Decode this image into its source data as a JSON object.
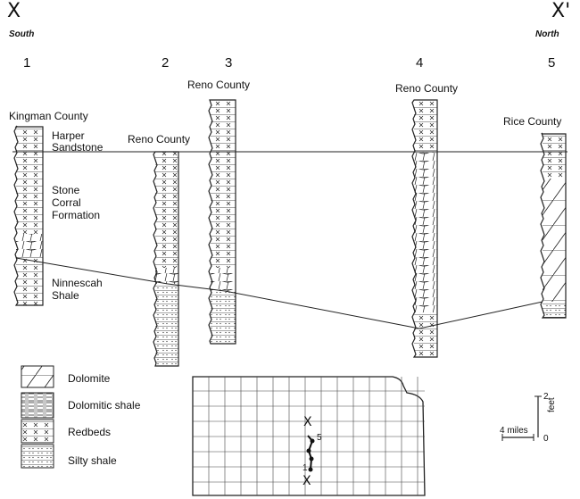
{
  "section": {
    "left_end": {
      "letter": "X",
      "direction": "South"
    },
    "right_end": {
      "letter": "X'",
      "direction": "North"
    }
  },
  "wells": [
    {
      "number": "1",
      "county": "Kingman County"
    },
    {
      "number": "2",
      "county": "Reno County"
    },
    {
      "number": "3",
      "county": "Reno County"
    },
    {
      "number": "4",
      "county": "Reno County"
    },
    {
      "number": "5",
      "county": "Rice County"
    }
  ],
  "units": {
    "harper": [
      "Harper",
      "Sandstone"
    ],
    "stone_corral": [
      "Stone",
      "Corral",
      "Formation"
    ],
    "ninnescah": [
      "Ninnescah",
      "Shale"
    ]
  },
  "legend": [
    {
      "label": "Dolomite"
    },
    {
      "label": "Dolomitic shale"
    },
    {
      "label": "Redbeds"
    },
    {
      "label": "Silty shale"
    }
  ],
  "scale": {
    "horizontal": "4 miles",
    "vertical_unit": "feet",
    "vertical_top": "2",
    "vertical_bottom": "0"
  },
  "map": {
    "marker_top": "X",
    "marker_bottom": "X",
    "well_labels": [
      "5",
      "1"
    ]
  }
}
